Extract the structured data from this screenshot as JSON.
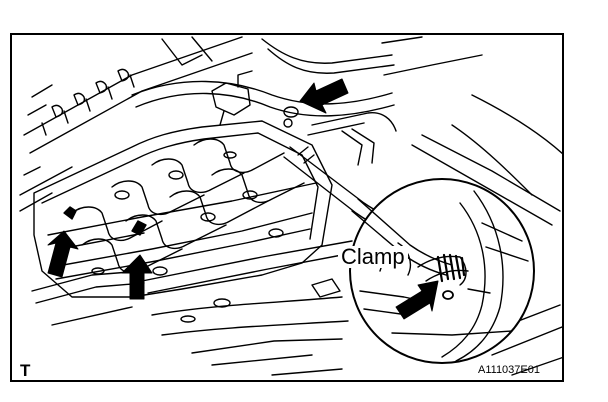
{
  "figure": {
    "callout_label": "Clamp",
    "view_letter": "T",
    "figure_id": "A111037E01"
  },
  "icons": {
    "pointer_arrows": [
      "arrow-icon",
      "arrow-icon",
      "arrow-icon",
      "arrow-icon"
    ]
  },
  "colors": {
    "line": "#000000",
    "background": "#ffffff"
  }
}
